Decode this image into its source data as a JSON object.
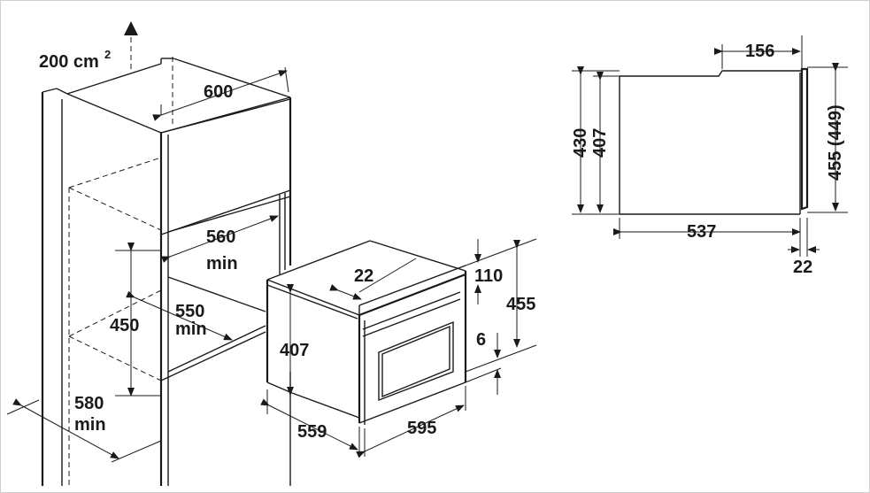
{
  "cabinet": {
    "ventilation_area": "200 cm",
    "ventilation_exp": "2",
    "depth_top": "600",
    "opening_width": "560",
    "opening_width_min": "min",
    "opening_height": "450",
    "opening_depth": "550",
    "opening_depth_min": "min",
    "cabinet_depth": "580",
    "cabinet_depth_min": "min"
  },
  "oven_3d": {
    "panel_offset": "22",
    "top_gap": "110",
    "total_height": "455",
    "bottom_gap": "6",
    "body_height": "407",
    "body_depth": "559",
    "front_width": "595"
  },
  "side_view": {
    "top_step": "156",
    "height_outer": "430",
    "height_inner": "407",
    "height_front": "455 (449)",
    "depth": "537",
    "front_thickness": "22"
  },
  "colors": {
    "line": "#1a1a1a",
    "frame": "#cfcfcf"
  }
}
